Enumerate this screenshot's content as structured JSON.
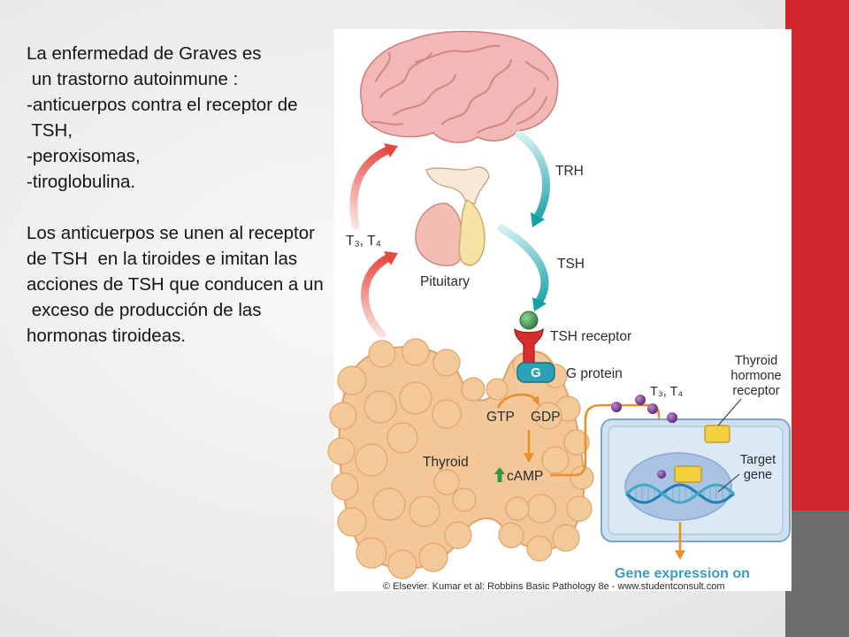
{
  "slide": {
    "paragraph_1": [
      "La enfermedad de Graves es",
      " un trastorno autoinmune :",
      "-anticuerpos contra el receptor de",
      " TSH,",
      "-peroxisomas,",
      "-tiroglobulina."
    ],
    "paragraph_2": [
      "Los anticuerpos se unen al receptor",
      "de TSH  en la tiroides e imitan las",
      "acciones de TSH que conducen a un",
      " exceso de producción de las",
      "hormonas tiroideas."
    ]
  },
  "diagram": {
    "trh_label": "TRH",
    "tsh_label": "TSH",
    "feedback_label": "T₃, T₄",
    "pituitary_label": "Pituitary",
    "tsh_receptor_label": "TSH receptor",
    "g_protein_symbol": "G",
    "g_protein_label": "G protein",
    "hormones_label": "T₃, T₄",
    "thyroid_hormone_receptor_label": [
      "Thyroid",
      "hormone",
      "receptor"
    ],
    "gtp_label": "GTP",
    "gdp_label": "GDP",
    "thyroid_label": "Thyroid",
    "camp_label": "cAMP",
    "camp_change_icon": "up-arrow-icon",
    "target_gene_label": [
      "Target",
      "gene"
    ],
    "result_label": "Gene expression on",
    "credit": "© Elsevier. Kumar et al: Robbins Basic Pathology 8e - www.studentconsult.com"
  },
  "colors": {
    "accent_bar": "#d3272d",
    "footer_bar": "#6d6d6d",
    "feedback_arrows": "#e5483e",
    "stimulation_arrows": "#15a0a6",
    "signal_arrows": "#e9902a",
    "result_label": "#3b9cc6",
    "thyroid": "#f3c797",
    "receptor": "#d62d2d",
    "hormone_dots": "#7b3a8f"
  }
}
